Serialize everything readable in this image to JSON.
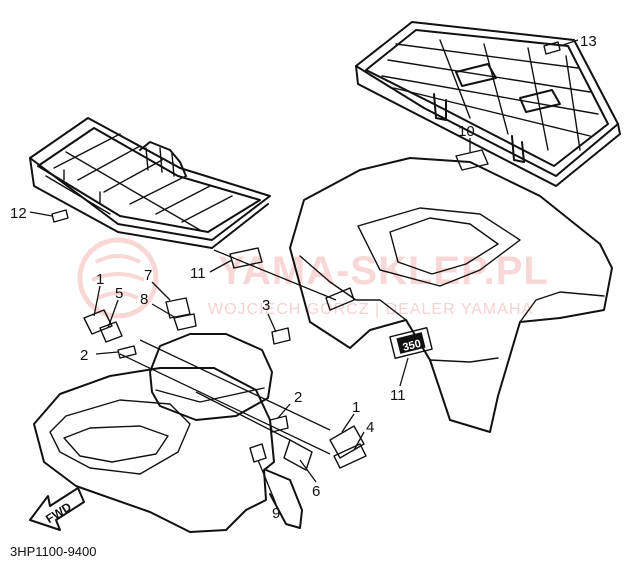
{
  "watermark": {
    "title": "YAMA-SKLEP.PL",
    "subtitle": "WOJCIECH GORCZ | DEALER YAMAHA"
  },
  "diagram_code": "3HP1100-9400",
  "fwd_label": "FWD",
  "engine_badge": "350",
  "callouts": [
    "1",
    "5",
    "7",
    "8",
    "2",
    "3",
    "2",
    "1",
    "4",
    "6",
    "9",
    "11",
    "11",
    "10",
    "12",
    "13"
  ]
}
